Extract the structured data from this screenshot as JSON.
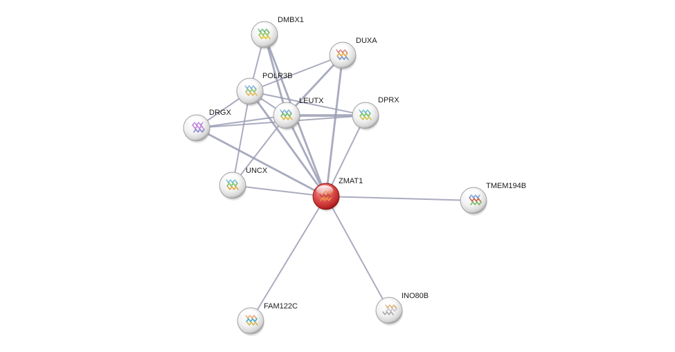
{
  "network": {
    "query_node": "ZMAT1",
    "colors": {
      "edge": "#9a9cb4",
      "node_shell": "#e2e2e2",
      "query_node": "#d83a3a",
      "label": "#1a1a1a"
    },
    "nodes": [
      {
        "id": "DMBX1",
        "label": "DMBX1",
        "structure": [
          "#2e9a3a",
          "#7ac04a",
          "#d8c020"
        ]
      },
      {
        "id": "DUXA",
        "label": "DUXA",
        "structure": [
          "#c84a3a",
          "#e0a030",
          "#6a8ac0"
        ]
      },
      {
        "id": "POLR3B",
        "label": "POLR3B",
        "structure": [
          "#4a90c8",
          "#7ab860",
          "#e0b040"
        ]
      },
      {
        "id": "LEUTX",
        "label": "LEUTX",
        "structure": [
          "#3a8ac0",
          "#5ab050",
          "#d8b030"
        ]
      },
      {
        "id": "DPRX",
        "label": "DPRX",
        "structure": [
          "#2aa0b0",
          "#60b850",
          "#c8c040"
        ]
      },
      {
        "id": "DRGX",
        "label": "DRGX",
        "structure": [
          "#9a50c8",
          "#c070d8",
          "#7a7ad0"
        ]
      },
      {
        "id": "UNCX",
        "label": "UNCX",
        "structure": [
          "#30a0c0",
          "#70b850",
          "#e0a030"
        ]
      },
      {
        "id": "ZMAT1",
        "label": "ZMAT1",
        "structure": [
          "#e07030",
          "#c04020",
          "#f0a040"
        ]
      },
      {
        "id": "TMEM194B",
        "label": "TMEM194B",
        "structure": [
          "#3a70c0",
          "#c05030",
          "#70b050"
        ]
      },
      {
        "id": "FAM122C",
        "label": "FAM122C",
        "structure": [
          "#e08030",
          "#30a0c0",
          "#d0b040"
        ]
      },
      {
        "id": "INO80B",
        "label": "INO80B",
        "structure": [
          "#d09040",
          "#c0c0c0",
          "#a0a0a0"
        ]
      }
    ],
    "edges": [
      {
        "source": "DMBX1",
        "target": "POLR3B",
        "weight": 1
      },
      {
        "source": "DMBX1",
        "target": "LEUTX",
        "weight": 2
      },
      {
        "source": "DMBX1",
        "target": "ZMAT1",
        "weight": 2
      },
      {
        "source": "DUXA",
        "target": "POLR3B",
        "weight": 1
      },
      {
        "source": "DUXA",
        "target": "LEUTX",
        "weight": 2
      },
      {
        "source": "DUXA",
        "target": "ZMAT1",
        "weight": 2
      },
      {
        "source": "POLR3B",
        "target": "LEUTX",
        "weight": 1
      },
      {
        "source": "POLR3B",
        "target": "DRGX",
        "weight": 1
      },
      {
        "source": "POLR3B",
        "target": "UNCX",
        "weight": 1
      },
      {
        "source": "POLR3B",
        "target": "DPRX",
        "weight": 1
      },
      {
        "source": "POLR3B",
        "target": "ZMAT1",
        "weight": 2
      },
      {
        "source": "LEUTX",
        "target": "DPRX",
        "weight": 3
      },
      {
        "source": "LEUTX",
        "target": "DRGX",
        "weight": 1
      },
      {
        "source": "LEUTX",
        "target": "UNCX",
        "weight": 1
      },
      {
        "source": "LEUTX",
        "target": "ZMAT1",
        "weight": 2
      },
      {
        "source": "DPRX",
        "target": "DRGX",
        "weight": 1
      },
      {
        "source": "DPRX",
        "target": "ZMAT1",
        "weight": 1
      },
      {
        "source": "DRGX",
        "target": "ZMAT1",
        "weight": 2
      },
      {
        "source": "UNCX",
        "target": "ZMAT1",
        "weight": 1
      },
      {
        "source": "ZMAT1",
        "target": "TMEM194B",
        "weight": 1
      },
      {
        "source": "ZMAT1",
        "target": "FAM122C",
        "weight": 1
      },
      {
        "source": "ZMAT1",
        "target": "INO80B",
        "weight": 1
      }
    ]
  }
}
